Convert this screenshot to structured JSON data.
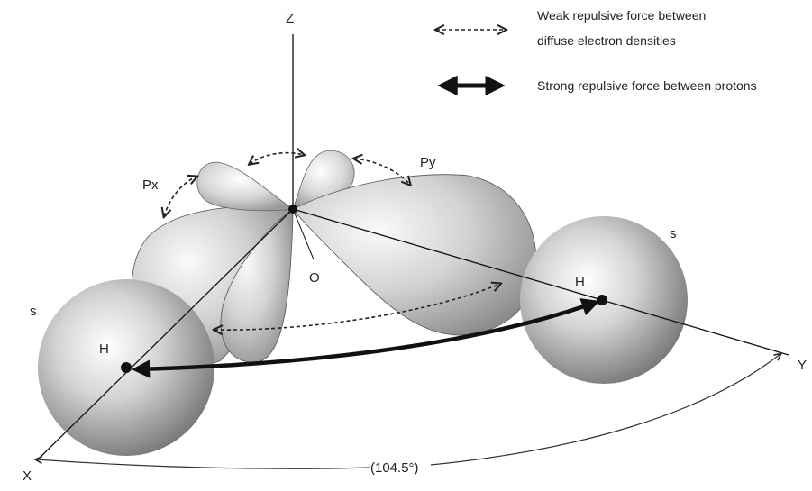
{
  "axes": {
    "z": "Z",
    "x": "X",
    "y": "Y"
  },
  "atoms": {
    "oxygen": "O",
    "hydrogen_left": "H",
    "hydrogen_right": "H"
  },
  "orbitals": {
    "px": "Px",
    "py": "Py",
    "s_left": "s",
    "s_right": "s"
  },
  "angle_label": "(104.5°)",
  "legend": {
    "weak_line1": "Weak repulsive force between",
    "weak_line2": "diffuse electron densities",
    "strong": "Strong repulsive force between protons"
  },
  "colors": {
    "line": "#111111",
    "lobe_light": "#f4f4f4",
    "lobe_dark": "#8a8a8a"
  }
}
